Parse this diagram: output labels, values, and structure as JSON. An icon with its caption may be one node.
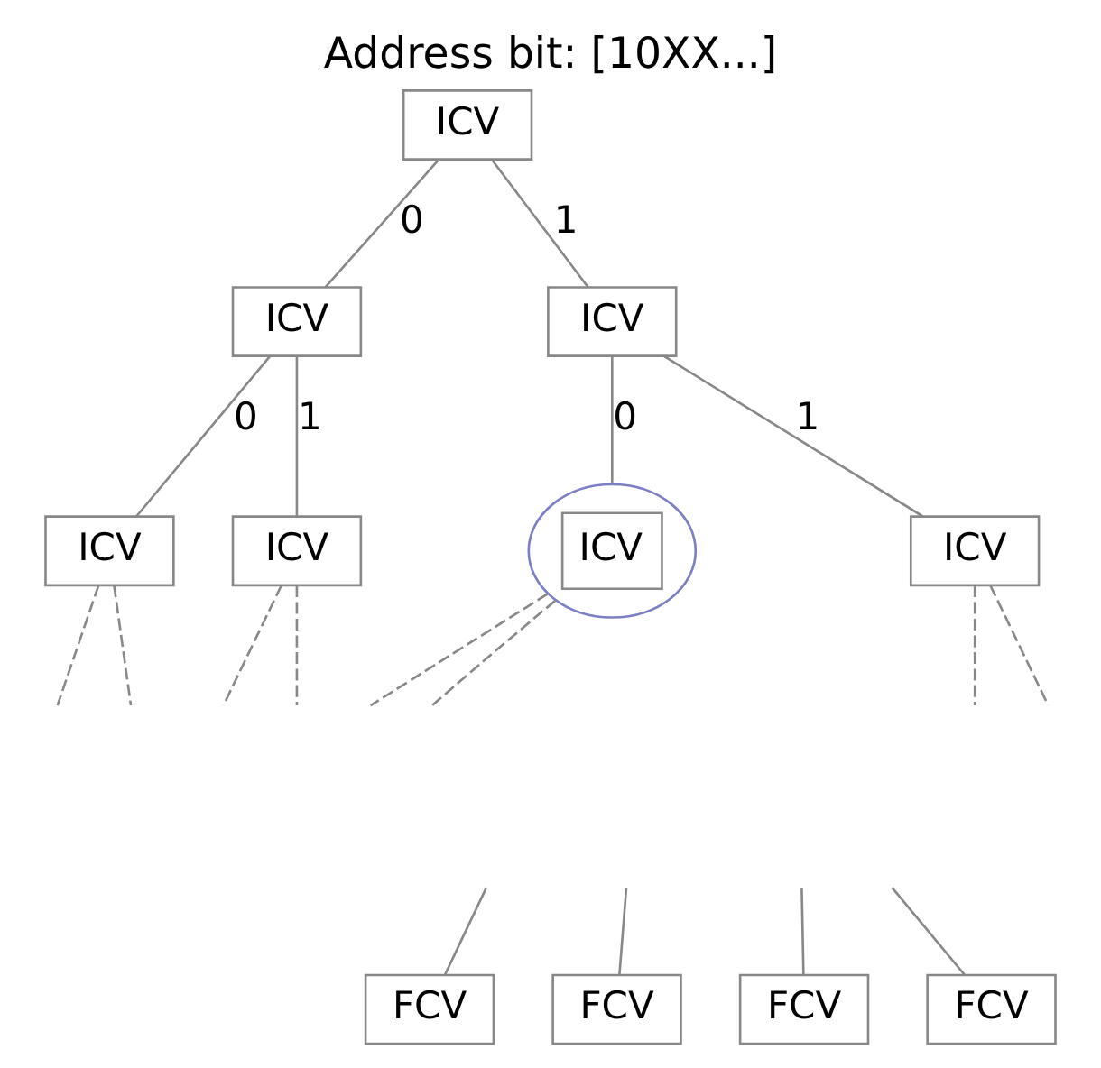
{
  "diagram": {
    "title": "Address bit: [10XX...]",
    "nodes": [
      {
        "text": [
          "ICV"
        ]
      },
      {
        "text": [
          "ICV"
        ]
      },
      {
        "text": [
          "ICV"
        ]
      },
      {
        "text": [
          "ICV"
        ]
      },
      {
        "text": [
          "ICV"
        ]
      },
      {
        "text": [
          "ICV"
        ]
      },
      {
        "text": [
          "ICV"
        ]
      },
      {
        "text": [
          "FCV"
        ]
      },
      {
        "text": [
          "FCV"
        ]
      },
      {
        "text": [
          "FCV"
        ]
      },
      {
        "text": [
          "FCV"
        ]
      }
    ],
    "edges": [
      {
        "from": 0,
        "to": 1,
        "label": "0",
        "arrow": "none"
      },
      {
        "from": 0,
        "to": 2,
        "label": "1",
        "arrow": "none"
      },
      {
        "from": 1,
        "to": 3,
        "label": "0",
        "arrow": "none"
      },
      {
        "from": 1,
        "to": 4,
        "label": "1",
        "arrow": "none"
      },
      {
        "from": 2,
        "to": 5,
        "label": "0",
        "arrow": "none"
      },
      {
        "from": 2,
        "to": 6,
        "label": "1",
        "arrow": "none"
      },
      {
        "from": 3,
        "to": null,
        "arrow": "none",
        "style": "dashed"
      },
      {
        "from": 3,
        "to": null,
        "arrow": "none",
        "style": "dashed"
      },
      {
        "from": 4,
        "to": null,
        "arrow": "none",
        "style": "dashed"
      },
      {
        "from": 4,
        "to": null,
        "arrow": "none",
        "style": "dashed"
      },
      {
        "from": 5,
        "to": null,
        "arrow": "none",
        "style": "dashed"
      },
      {
        "from": 5,
        "to": null,
        "arrow": "none",
        "style": "dashed"
      },
      {
        "from": 6,
        "to": null,
        "arrow": "none",
        "style": "dashed"
      },
      {
        "from": 6,
        "to": null,
        "arrow": "none",
        "style": "dashed"
      },
      {
        "from": null,
        "to": 7,
        "arrow": "none"
      },
      {
        "from": null,
        "to": 8,
        "arrow": "none"
      },
      {
        "from": null,
        "to": 9,
        "arrow": "none"
      },
      {
        "from": null,
        "to": 10,
        "arrow": "none"
      }
    ]
  }
}
